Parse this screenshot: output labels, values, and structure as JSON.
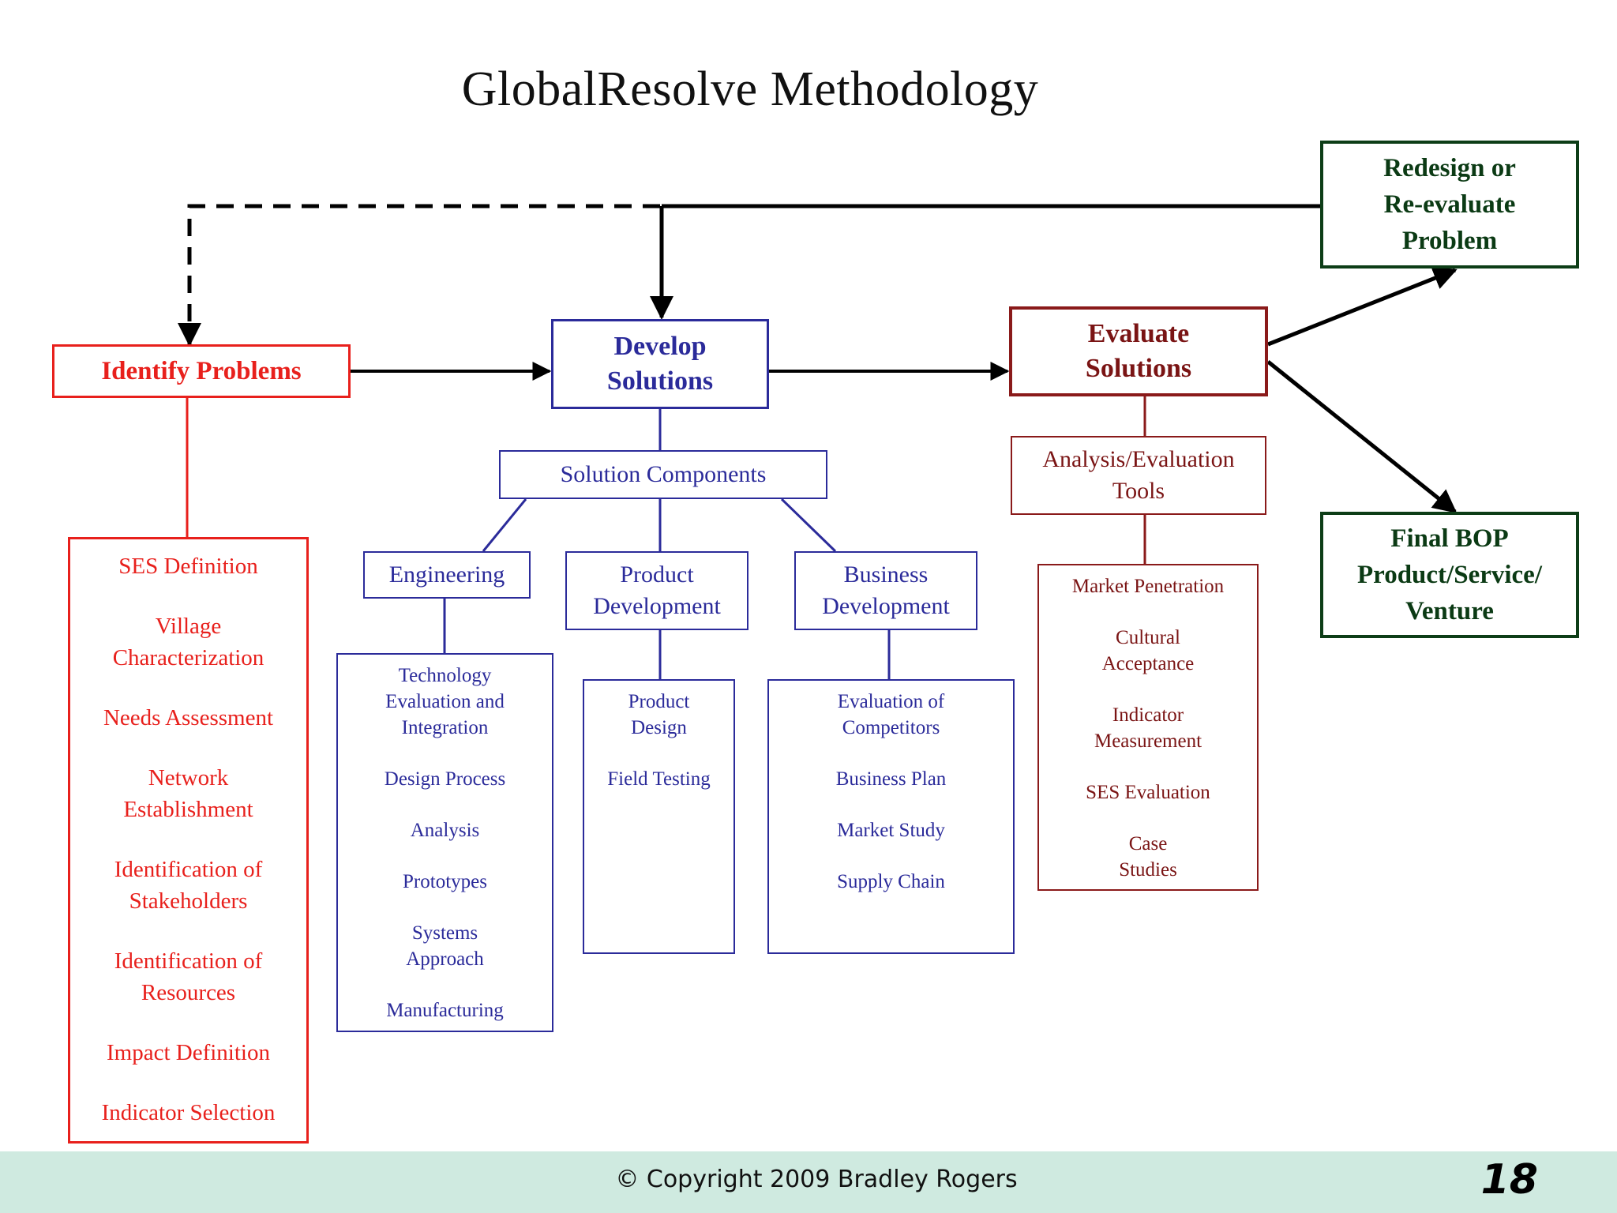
{
  "title": "GlobalResolve Methodology",
  "nodes": {
    "identify_problems": "Identify Problems",
    "develop_solutions": "Develop\nSolutions",
    "evaluate_solutions": "Evaluate\nSolutions",
    "redesign": "Redesign or\nRe-evaluate\nProblem",
    "final_bop": "Final BOP\nProduct/Service/\nVenture",
    "solution_components": "Solution Components",
    "analysis_tools": "Analysis/Evaluation\nTools",
    "engineering": "Engineering",
    "product_development": "Product\nDevelopment",
    "business_development": "Business\nDevelopment"
  },
  "lists": {
    "identify": [
      "SES Definition",
      "Village\nCharacterization",
      "Needs Assessment",
      "Network\nEstablishment",
      "Identification of\nStakeholders",
      "Identification of\nResources",
      "Impact Definition",
      "Indicator Selection"
    ],
    "engineering": [
      "Technology\nEvaluation and\nIntegration",
      "Design Process",
      "Analysis",
      "Prototypes",
      "Systems\nApproach",
      "Manufacturing"
    ],
    "product": [
      "Product\nDesign",
      "Field Testing"
    ],
    "business": [
      "Evaluation of\nCompetitors",
      "Business Plan",
      "Market Study",
      "Supply Chain"
    ],
    "evaluate": [
      "Market Penetration",
      "Cultural\nAcceptance",
      "Indicator\nMeasurement",
      "SES Evaluation",
      "Case\nStudies"
    ]
  },
  "footer": {
    "copyright": "© Copyright 2009 Bradley Rogers",
    "page_number": "18"
  }
}
